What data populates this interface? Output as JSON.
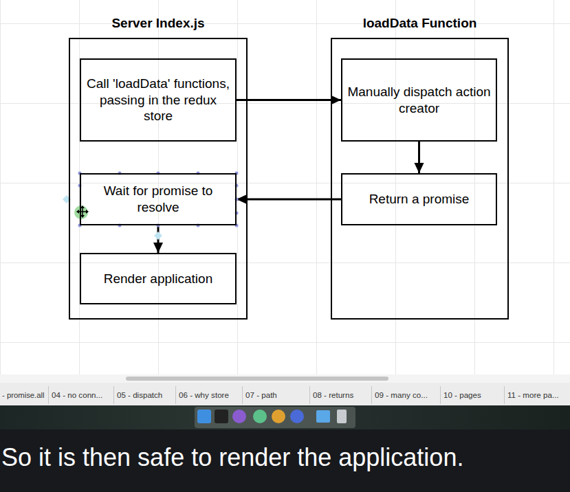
{
  "diagram": {
    "caption": "So it is then safe to render the application.",
    "nodes": [
      {
        "text": [
          "Server Index.js"
        ]
      },
      {
        "text": [
          "Call 'loadData' functions, passing in the redux store"
        ],
        "in": 0
      },
      {
        "text": [
          "Wait for promise to resolve"
        ],
        "in": 0
      },
      {
        "text": [
          "Render application"
        ],
        "in": 0
      },
      {
        "text": [
          "loadData Function"
        ]
      },
      {
        "text": [
          "Manually dispatch action creator"
        ],
        "in": 4
      },
      {
        "text": [
          "Return a promise"
        ],
        "in": 4
      }
    ],
    "edges": [
      {
        "from": 1,
        "to": 5,
        "arrow": "to"
      },
      {
        "from": 5,
        "to": 6,
        "arrow": "to"
      },
      {
        "from": 6,
        "to": 2,
        "arrow": "to"
      },
      {
        "from": 2,
        "to": 3,
        "arrow": "to"
      }
    ],
    "labels": [
      "- promise.all",
      "04 - no conn...",
      "05 - dispatch",
      "06 - why store",
      "07 - path",
      "08 - returns",
      "09 - many co...",
      "10 - pages",
      "11 - more pa..."
    ]
  }
}
